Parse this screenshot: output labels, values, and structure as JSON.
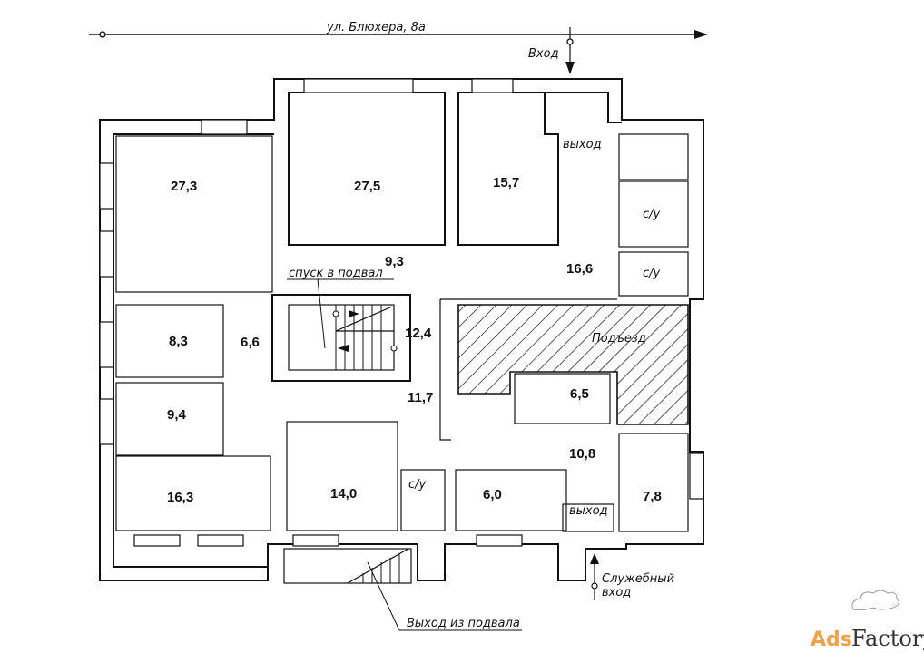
{
  "street": {
    "label": "ул. Блюхера, 8а"
  },
  "entrances": {
    "main": "Вход",
    "service_line1": "Служебный",
    "service_line2": "вход"
  },
  "exits": {
    "top": "выход",
    "bottom": "выход",
    "basement_exit": "Выход из подвала"
  },
  "stair_label": "спуск в подвал",
  "entrance_hall_label": "Подъезд",
  "rooms": [
    {
      "id": "r1",
      "area": "27,3"
    },
    {
      "id": "r2",
      "area": "27,5"
    },
    {
      "id": "r3",
      "area": "15,7"
    },
    {
      "id": "r4",
      "area": "9,3"
    },
    {
      "id": "r5",
      "area": "16,6"
    },
    {
      "id": "r6",
      "area": "8,3"
    },
    {
      "id": "r7",
      "area": "6,6"
    },
    {
      "id": "r8",
      "area": "12,4"
    },
    {
      "id": "r9",
      "area": "9,4"
    },
    {
      "id": "r10",
      "area": "11,7"
    },
    {
      "id": "r11",
      "area": "6,5"
    },
    {
      "id": "r12",
      "area": "16,3"
    },
    {
      "id": "r13",
      "area": "14,0"
    },
    {
      "id": "r14",
      "area": "6,0"
    },
    {
      "id": "r15",
      "area": "10,8"
    },
    {
      "id": "r16",
      "area": "7,8"
    }
  ],
  "wc": [
    {
      "label": "с/у"
    },
    {
      "label": "с/у"
    },
    {
      "label": "с/у"
    }
  ],
  "watermark": {
    "part1": "Ads",
    "part2": "Factory"
  },
  "colors": {
    "line": "#111111",
    "logo_orange": "#f0a24a",
    "logo_dark": "#333333"
  }
}
